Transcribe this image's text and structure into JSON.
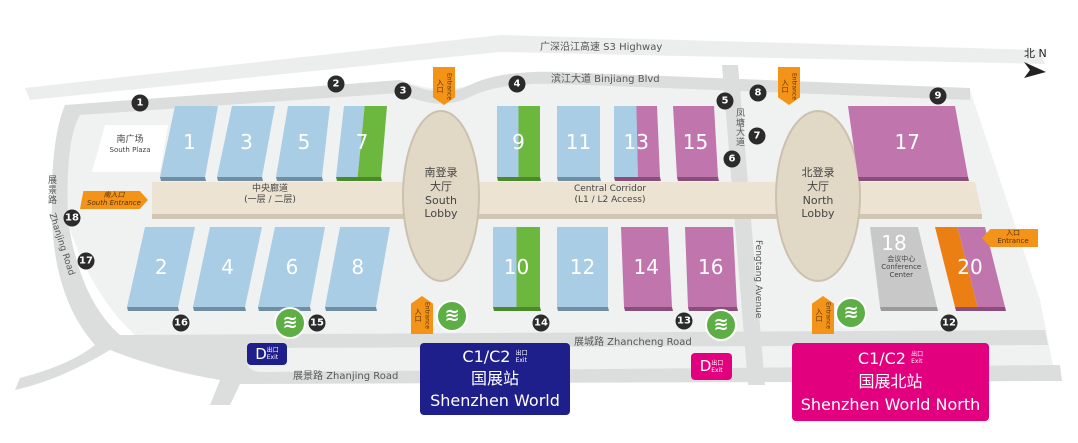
{
  "roads": {
    "highway": "广深沿江高速  S3 Highway",
    "binjiang": "滨江大道  Binjiang Blvd",
    "fengtang_cn": "凤塘大道",
    "fengtang_en": "Fengtang Avenue",
    "zhancheng": "展城路  Zhancheng Road",
    "zhanjing": "展景路  Zhanjing Road",
    "zhanjing_side_cn": "展景路",
    "zhanjing_side_en": "Zhanjing Road"
  },
  "compass": "北 N",
  "plaza": {
    "cn": "南广场",
    "en": "South Plaza"
  },
  "corridor": {
    "cn": "中央廊道",
    "cn_sub": "(一层 / 二层)",
    "en": "Central Corridor",
    "en_sub": "(L1 / L2 Access)"
  },
  "south_lobby": {
    "cn1": "南登录",
    "cn2": "大厅",
    "en1": "South",
    "en2": "Lobby"
  },
  "north_lobby": {
    "cn1": "北登录",
    "cn2": "大厅",
    "en1": "North",
    "en2": "Lobby"
  },
  "entrances": {
    "south_entrance_cn": "南入口",
    "south_entrance_en": "South Entrance",
    "entrance_cn": "入口",
    "entrance_en": "Entrance"
  },
  "colors": {
    "blue": "#a8cde5",
    "green": "#6cb83e",
    "purple": "#c075ad",
    "grey": "#c8c8c8",
    "orange": "#ec7f14",
    "corridor": "#ece3d2",
    "lobby": "#e2d8c6",
    "metro_blue": "#1e1f8a",
    "metro_pink": "#e3007e",
    "entrance": "#f39419"
  },
  "halls": [
    {
      "num": "1",
      "fill": [
        "blue"
      ]
    },
    {
      "num": "3",
      "fill": [
        "blue"
      ]
    },
    {
      "num": "5",
      "fill": [
        "blue"
      ]
    },
    {
      "num": "7",
      "fill": [
        "blue",
        "green"
      ]
    },
    {
      "num": "9",
      "fill": [
        "blue",
        "green"
      ]
    },
    {
      "num": "11",
      "fill": [
        "blue"
      ]
    },
    {
      "num": "13",
      "fill": [
        "blue",
        "purple"
      ]
    },
    {
      "num": "15",
      "fill": [
        "purple"
      ]
    },
    {
      "num": "17",
      "fill": [
        "purple"
      ]
    },
    {
      "num": "2",
      "fill": [
        "blue"
      ]
    },
    {
      "num": "4",
      "fill": [
        "blue"
      ]
    },
    {
      "num": "6",
      "fill": [
        "blue"
      ]
    },
    {
      "num": "8",
      "fill": [
        "blue"
      ]
    },
    {
      "num": "10",
      "fill": [
        "blue",
        "green"
      ]
    },
    {
      "num": "12",
      "fill": [
        "blue"
      ]
    },
    {
      "num": "14",
      "fill": [
        "purple"
      ]
    },
    {
      "num": "16",
      "fill": [
        "purple"
      ]
    },
    {
      "num": "18",
      "fill": [
        "grey"
      ],
      "cn": "会议中心",
      "en1": "Conference",
      "en2": "Center"
    },
    {
      "num": "20",
      "fill": [
        "orange",
        "purple"
      ]
    }
  ],
  "markers": [
    "1",
    "2",
    "3",
    "4",
    "5",
    "6",
    "7",
    "8",
    "9",
    "12",
    "13",
    "14",
    "15",
    "16",
    "17",
    "18"
  ],
  "metro": {
    "icon": "metro-icon",
    "d_exit_label": "D",
    "exit_cn": "出口",
    "exit_en": "Exit",
    "c_exit_label": "C1/C2",
    "south_station_cn": "国展站",
    "south_station_en": "Shenzhen World",
    "north_station_cn": "国展北站",
    "north_station_en": "Shenzhen World North"
  }
}
